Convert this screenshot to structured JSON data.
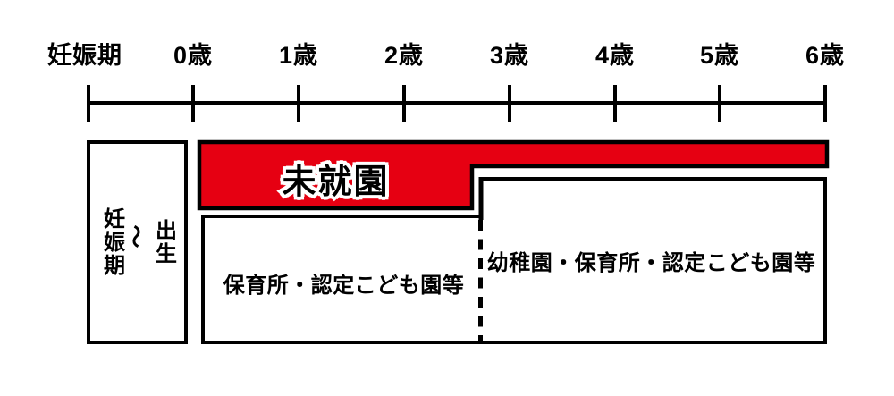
{
  "diagram": {
    "age_axis": {
      "tick_labels": [
        "妊娠期",
        "0歳",
        "1歳",
        "2歳",
        "3歳",
        "4歳",
        "5歳",
        "6歳"
      ]
    },
    "pregnancy_box": {
      "left_text": "妊娠期",
      "tilde": "～",
      "right_text": "出生"
    },
    "unenrolled_bar": {
      "label": "未就園",
      "fill_color": "#e60012",
      "border_color": "#000000"
    },
    "daycare_box": {
      "label": "保育所・認定こども園等"
    },
    "kindergarten_box": {
      "label": "幼稚園・保育所・認定こども園等"
    }
  }
}
